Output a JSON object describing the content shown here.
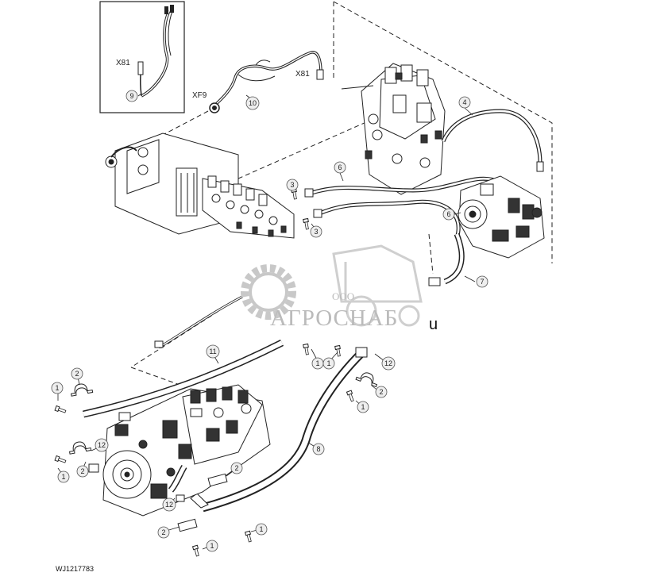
{
  "labels": {
    "x81_inset": "X81",
    "x81_main": "X81",
    "xf9": "XF9"
  },
  "callouts": {
    "c1": "1",
    "c2": "2",
    "c3": "3",
    "c4": "4",
    "c6": "6",
    "c7": "7",
    "c8": "8",
    "c9": "9",
    "c10": "10",
    "c11": "11",
    "c12": "12"
  },
  "watermark": {
    "company_prefix": "ООО",
    "company_name": "АГРОСНАБ",
    "trailing_letter": "u"
  },
  "figure_code": "WJ1217783",
  "colors": {
    "line": "#222222",
    "watermark": "#bbbbbb",
    "callout_fill": "#eeeeee"
  }
}
